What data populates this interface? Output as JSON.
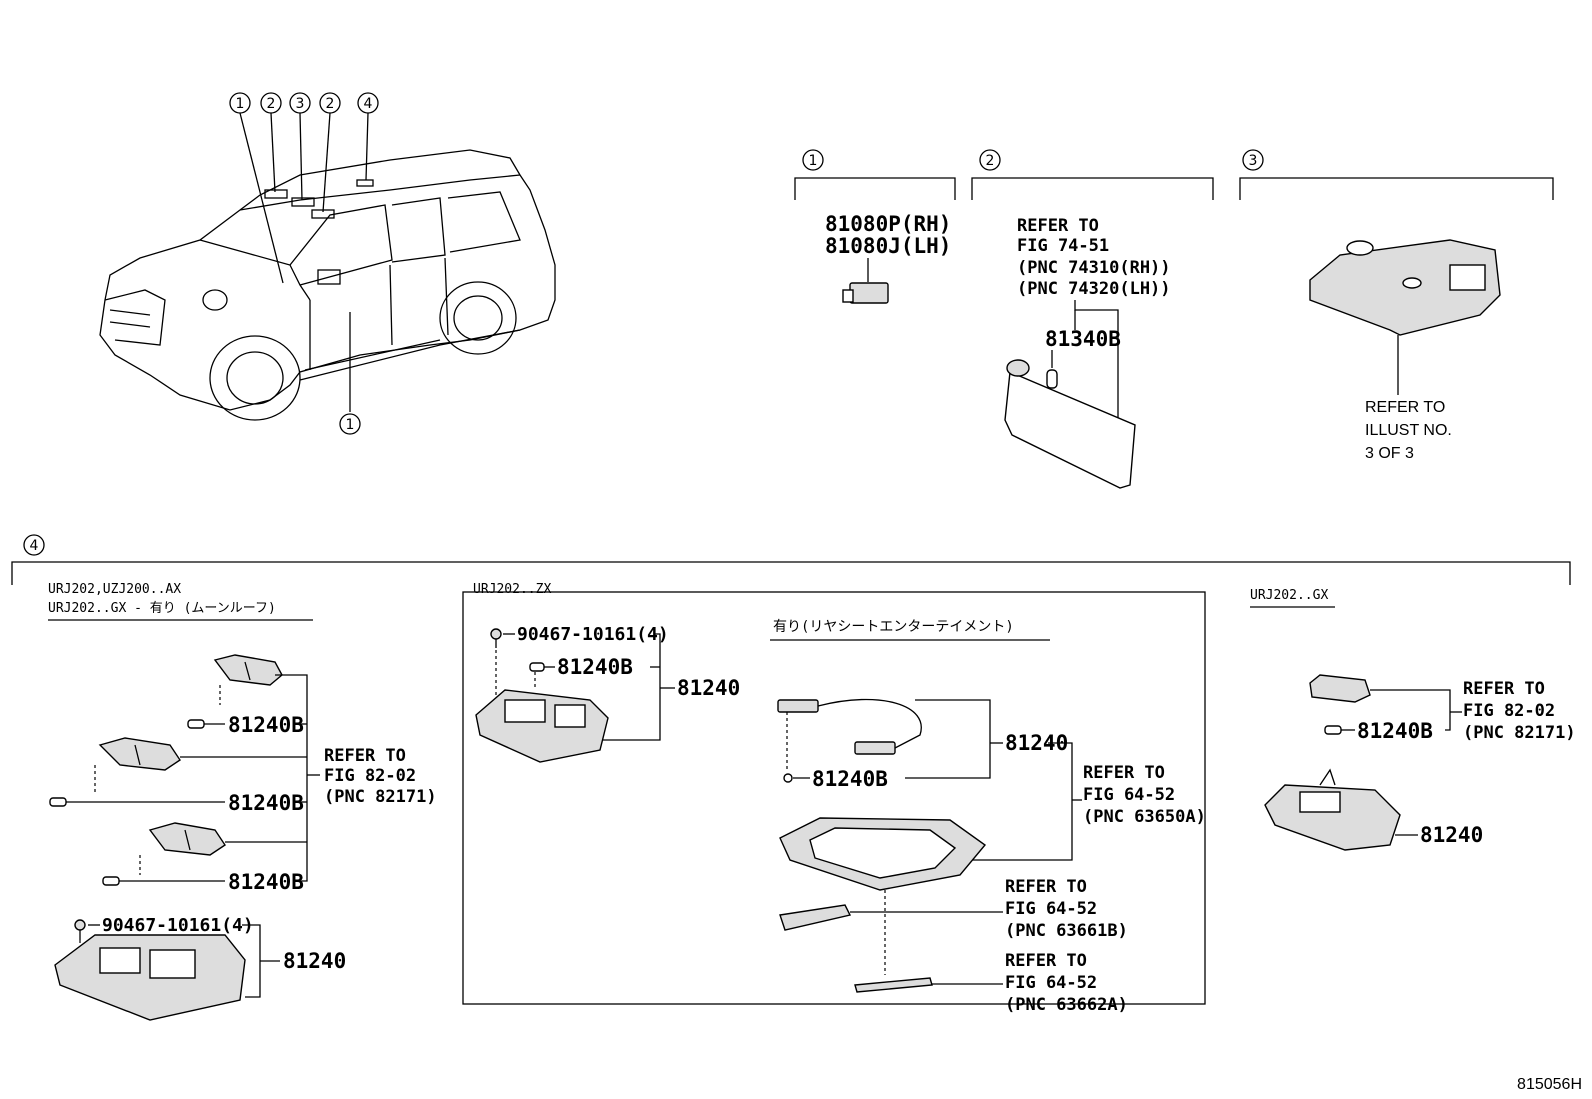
{
  "figure_id": "815056H",
  "callouts": {
    "c1": "1",
    "c2": "2",
    "c3": "3",
    "c4": "4"
  },
  "section1": {
    "part_rh": "81080P(RH)",
    "part_lh": "81080J(LH)"
  },
  "section2": {
    "refer": "REFER TO",
    "fig": "FIG 74-51",
    "pnc_rh": "(PNC 74310(RH))",
    "pnc_lh": "(PNC 74320(LH))",
    "bulb": "81340B"
  },
  "section3": {
    "line1": "REFER TO",
    "line2": "ILLUST NO.",
    "line3": "3 OF 3"
  },
  "section4": {
    "left": {
      "model1": "URJ202,UZJ200..AX",
      "model2": "URJ202..GX - 有り (ムーンルーフ)",
      "bulb1": "81240B",
      "bulb2": "81240B",
      "bulb3": "81240B",
      "refer": "REFER TO",
      "fig": "FIG 82-02",
      "pnc": "(PNC 82171)",
      "screw": "90467-10161(4)",
      "lamp": "81240"
    },
    "middle": {
      "model": "URJ202..ZX",
      "screw": "90467-10161(4)",
      "bulb": "81240B",
      "lamp": "81240",
      "option": "有り(リヤシートエンターテイメント)",
      "lamp2": "81240",
      "bulb2": "81240B",
      "refer1": "REFER TO",
      "fig1": "FIG 64-52",
      "pnc1": "(PNC 63650A)",
      "refer2": "REFER TO",
      "fig2": "FIG 64-52",
      "pnc2": "(PNC 63661B)",
      "refer3": "REFER TO",
      "fig3": "FIG 64-52",
      "pnc3": "(PNC 63662A)"
    },
    "right": {
      "model": "URJ202..GX",
      "refer": "REFER TO",
      "fig": "FIG 82-02",
      "pnc": "(PNC 82171)",
      "bulb": "81240B",
      "lamp": "81240"
    }
  }
}
